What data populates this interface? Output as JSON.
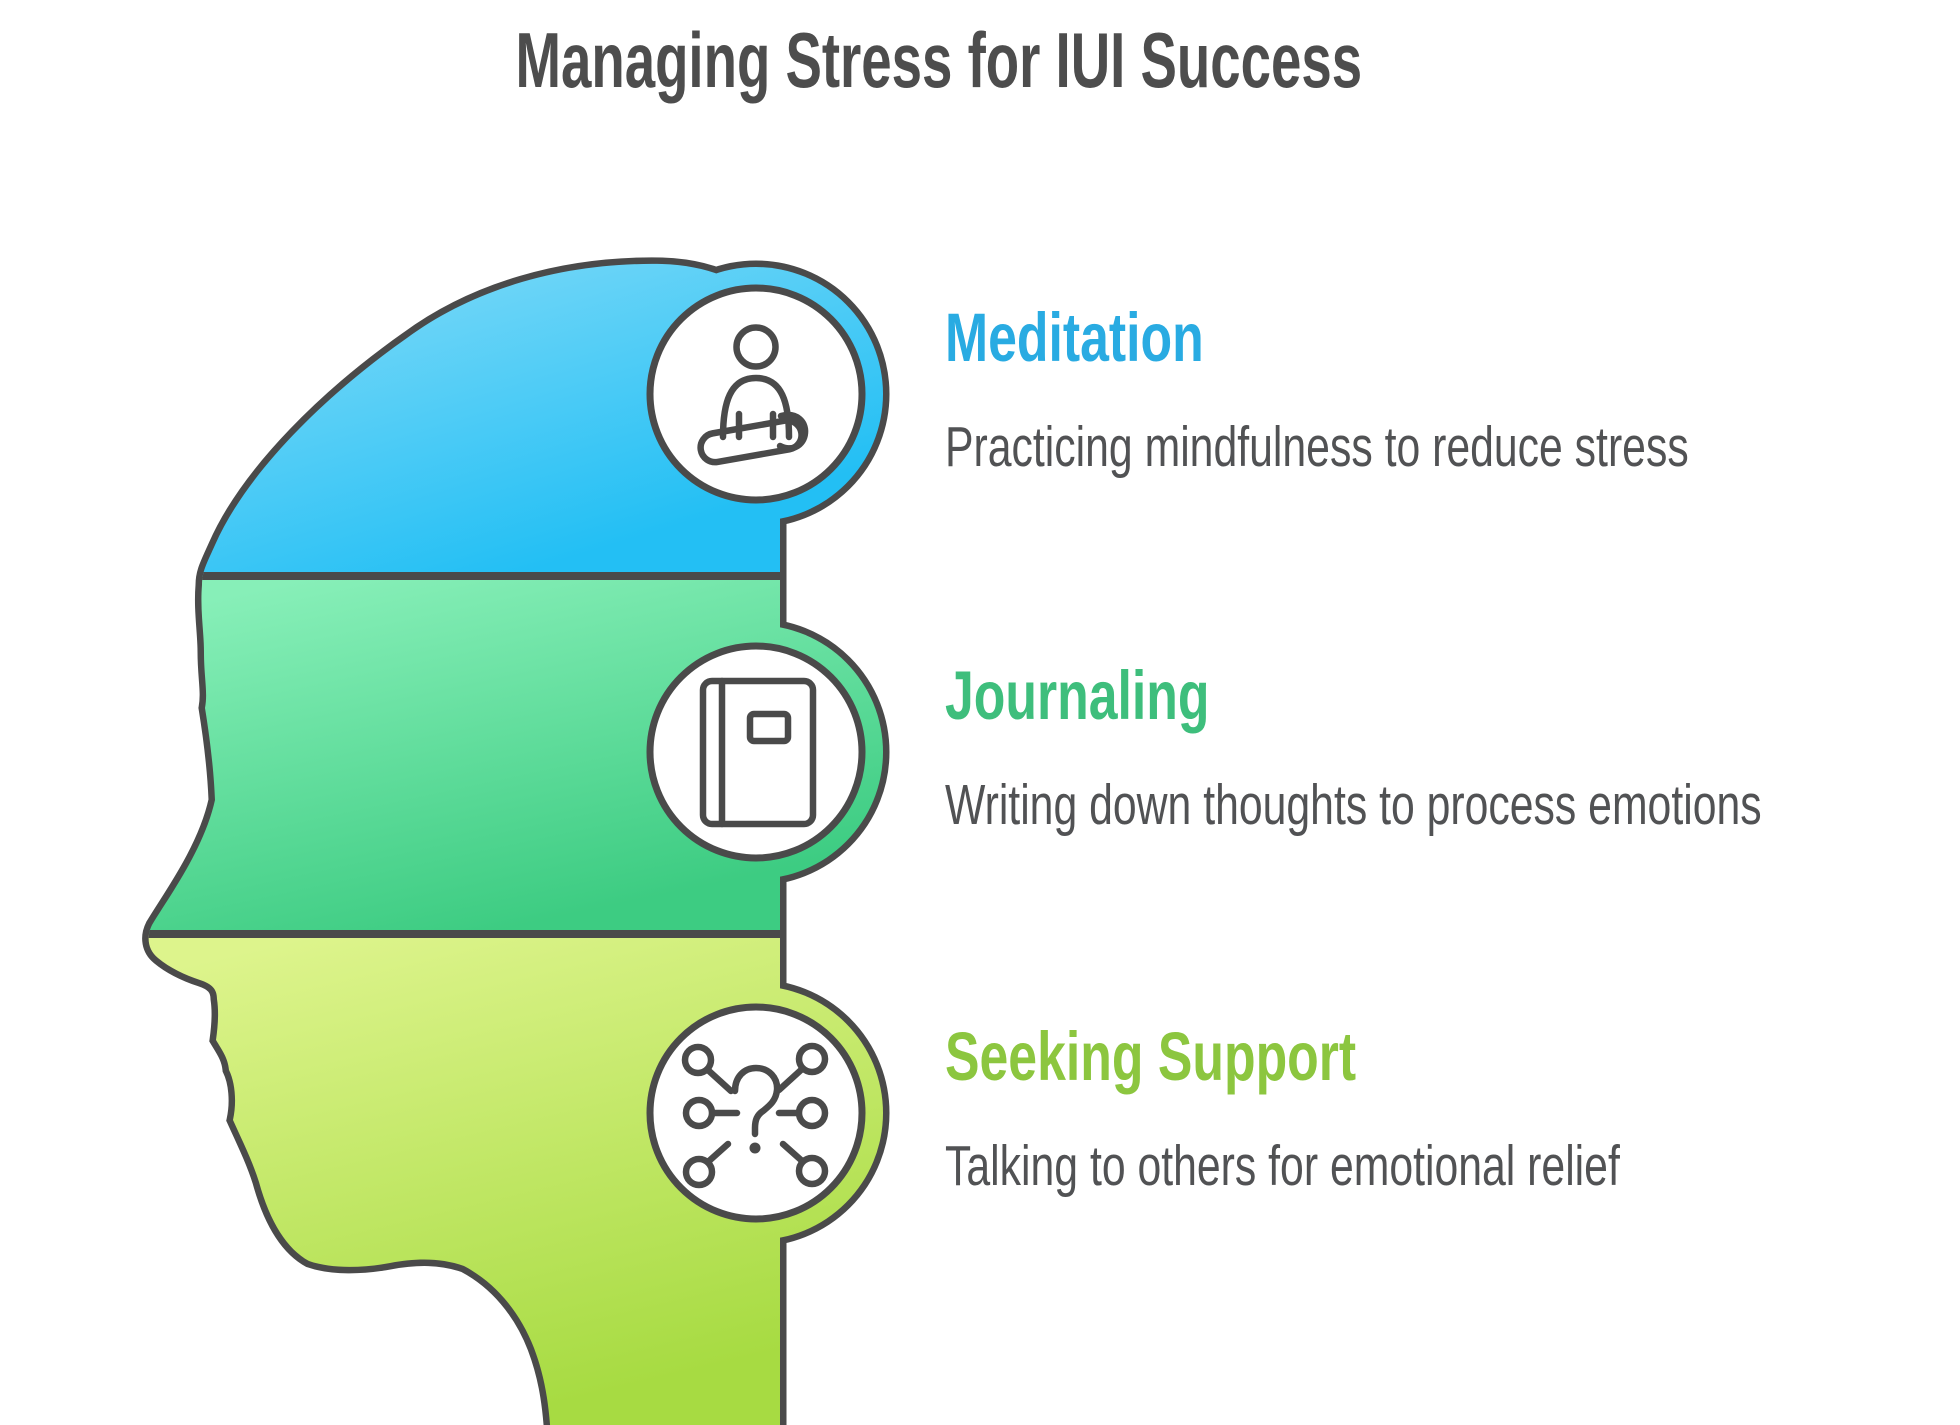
{
  "title": {
    "text": "Managing Stress for IUI Success",
    "color": "#4D4D4D"
  },
  "background_color": "#FFFFFF",
  "outline_color": "#4A4A4A",
  "description_color": "#515254",
  "sections": [
    {
      "label": "Meditation",
      "description": "Practicing mindfulness to reduce stress",
      "accent_color": "#29ABE2",
      "icon": "meditation-person-icon",
      "gradient_top": "#7BD9F8",
      "gradient_bottom": "#23BFF4"
    },
    {
      "label": "Journaling",
      "description": "Writing down thoughts to process emotions",
      "accent_color": "#3EBE7C",
      "icon": "journal-notebook-icon",
      "gradient_top": "#87EFB8",
      "gradient_bottom": "#3DCC82"
    },
    {
      "label": "Seeking Support",
      "description": "Talking to others for emotional relief",
      "accent_color": "#8CC63F",
      "icon": "network-question-icon",
      "gradient_top": "#DDF48C",
      "gradient_bottom": "#A7DB42"
    }
  ]
}
